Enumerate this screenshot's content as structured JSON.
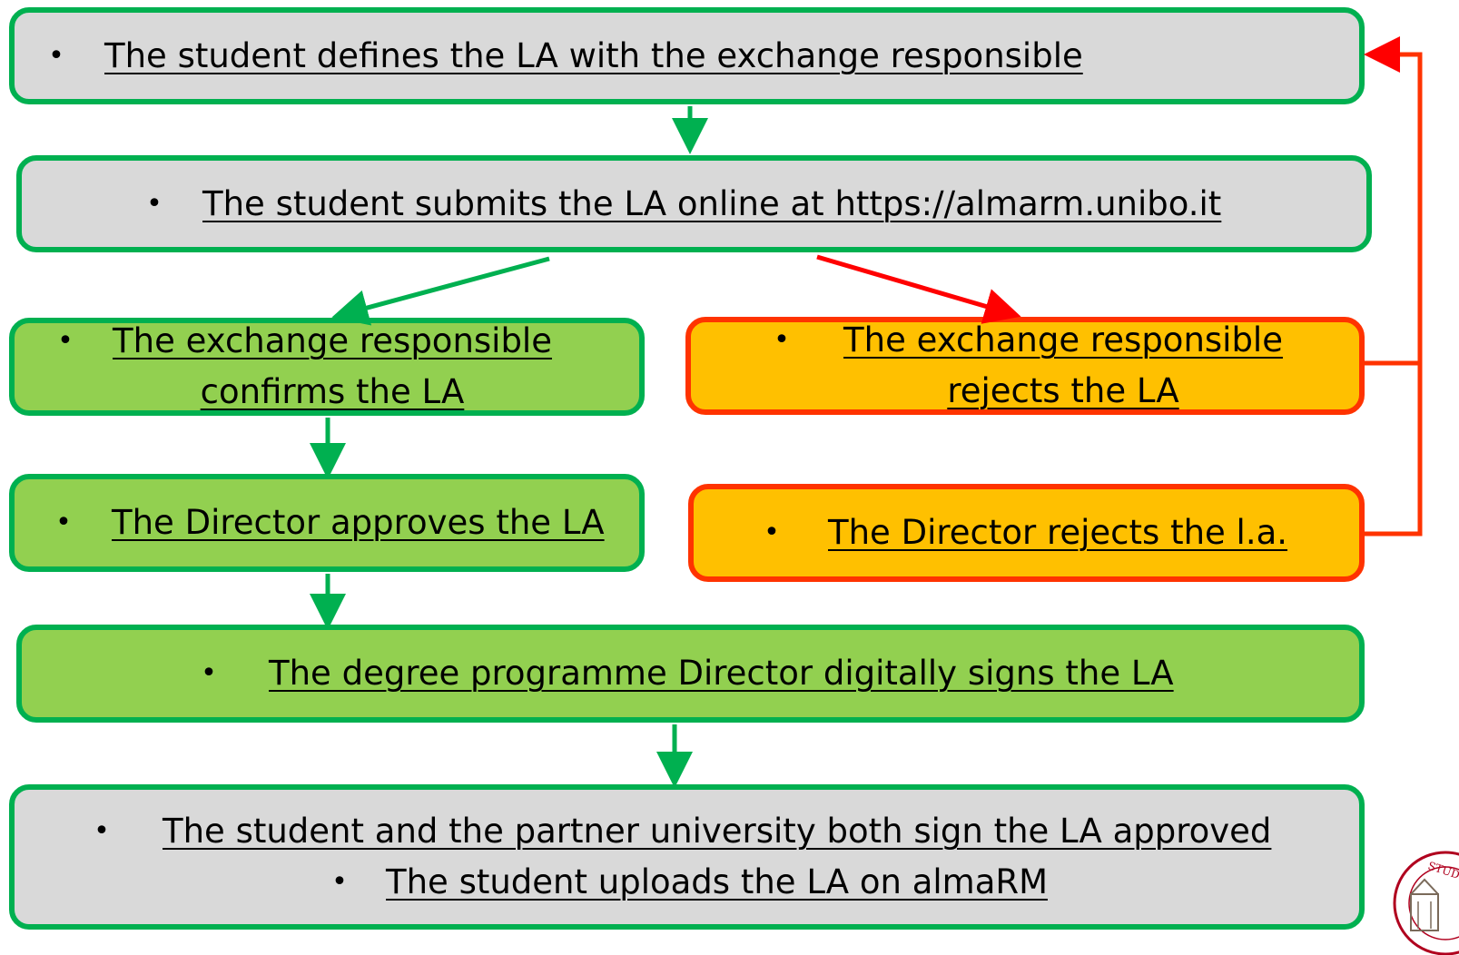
{
  "diagram": {
    "steps": {
      "define": {
        "text": "The student defines the LA with the exchange responsible"
      },
      "submit": {
        "text": "The student submits the LA online at https://almarm.unibo.it"
      },
      "confirm": {
        "text": "The exchange responsible confirms the LA"
      },
      "reject_exchange": {
        "text": "The exchange responsible rejects the LA"
      },
      "approve": {
        "text": "The Director approves the LA"
      },
      "reject_director": {
        "text": "The Director rejects the l.a."
      },
      "sign_director": {
        "text": "The degree programme Director digitally signs the LA"
      },
      "final_sign": {
        "text": "The student and the partner university both sign the LA approved"
      },
      "upload": {
        "text": "The student uploads the LA on almaRM"
      }
    },
    "bullet": "•",
    "colors": {
      "accept_border": "#00b050",
      "reject_border": "#ff3300",
      "neutral_fill": "#d9d9d9",
      "accept_fill": "#92d050",
      "reject_fill": "#ffc000",
      "accept_arrow": "#00b050",
      "reject_arrow": "#ff0000"
    }
  }
}
